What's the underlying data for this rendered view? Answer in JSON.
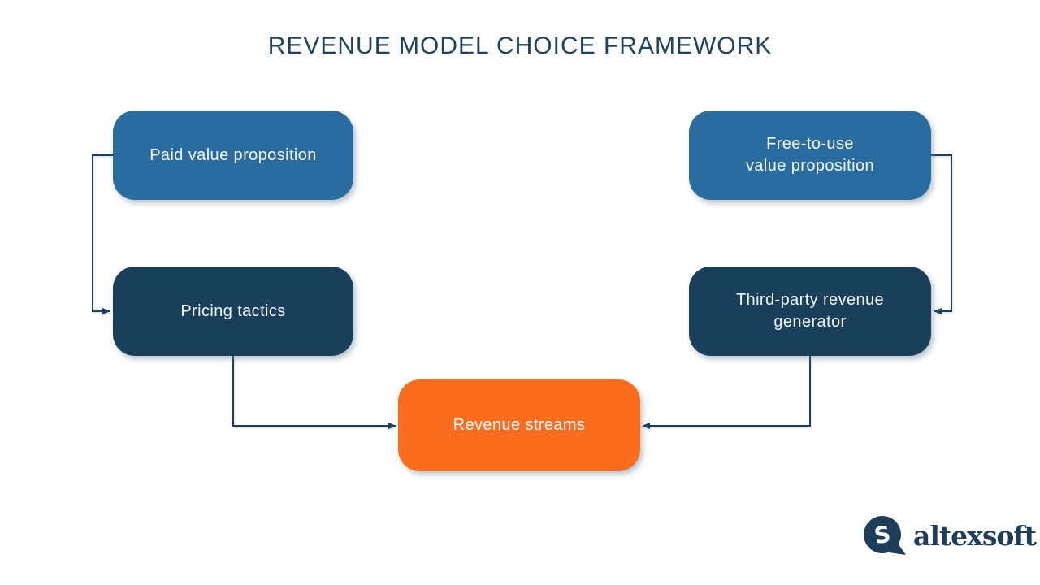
{
  "title": "REVENUE MODEL CHOICE FRAMEWORK",
  "boxes": [
    {
      "id": "paid-value-proposition",
      "label": "Paid value proposition",
      "color": "#2b6ca0"
    },
    {
      "id": "free-to-use-value-proposition",
      "label": "Free-to-use\nvalue proposition",
      "color": "#2b6ca0"
    },
    {
      "id": "pricing-tactics",
      "label": "Pricing tactics",
      "color": "#1a3f5a"
    },
    {
      "id": "third-party-revenue-generator",
      "label": "Third-party revenue\ngenerator",
      "color": "#1a3f5a"
    },
    {
      "id": "revenue-streams",
      "label": "Revenue streams",
      "color": "#fb6d1e"
    }
  ],
  "connections": [
    {
      "from": "paid-value-proposition",
      "to": "pricing-tactics"
    },
    {
      "from": "free-to-use-value-proposition",
      "to": "third-party-revenue-generator"
    },
    {
      "from": "pricing-tactics",
      "to": "revenue-streams"
    },
    {
      "from": "third-party-revenue-generator",
      "to": "revenue-streams"
    }
  ],
  "colors": {
    "background": "#ffffff",
    "title_text": "#1e425f",
    "box_text": "#f3f6f9",
    "connector_line": "#1b3f5e",
    "logo_navy": "#1d3d59"
  },
  "logo": {
    "icon": "altexsoft-bubble-s-icon",
    "text": "altexsoft"
  }
}
